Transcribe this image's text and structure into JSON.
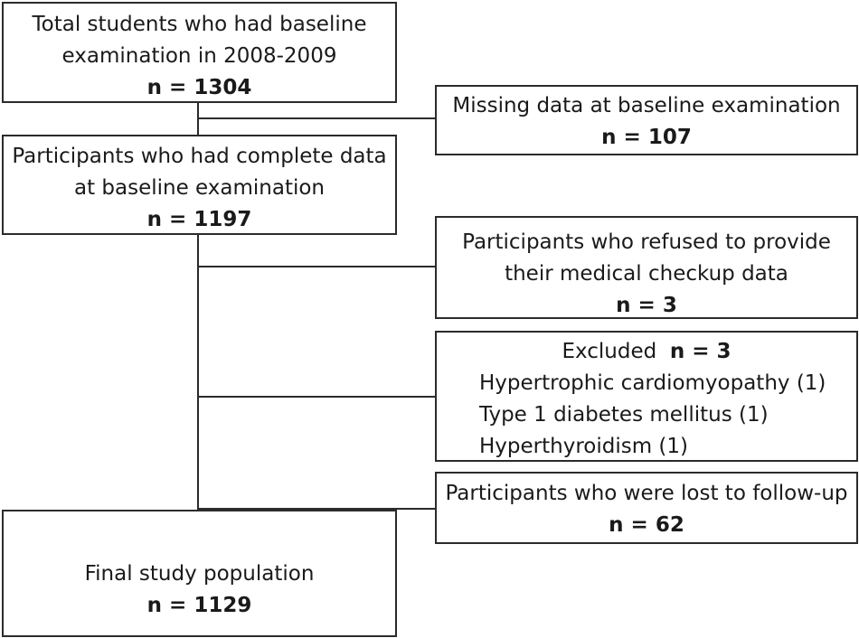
{
  "boxes": {
    "total": {
      "lines": [
        "Total students who had baseline",
        "examination in 2008-2009"
      ],
      "n": "n = 1304"
    },
    "missing": {
      "lines": [
        "Missing data at baseline examination"
      ],
      "n": "n = 107"
    },
    "complete": {
      "lines": [
        "Participants who had complete data",
        "at baseline examination"
      ],
      "n": "n = 1197"
    },
    "refused": {
      "lines": [
        "Participants who refused to provide",
        "their medical checkup data"
      ],
      "n": "n = 3"
    },
    "excluded": {
      "title": "Excluded",
      "n": "n = 3",
      "items": [
        "Hypertrophic cardiomyopathy (1)",
        "Type 1 diabetes mellitus (1)",
        "Hyperthyroidism (1)"
      ]
    },
    "lost": {
      "lines": [
        "Participants who were lost to follow-up"
      ],
      "n": "n = 62"
    },
    "final": {
      "lines": [
        "Final study population"
      ],
      "n": "n = 1129"
    }
  }
}
